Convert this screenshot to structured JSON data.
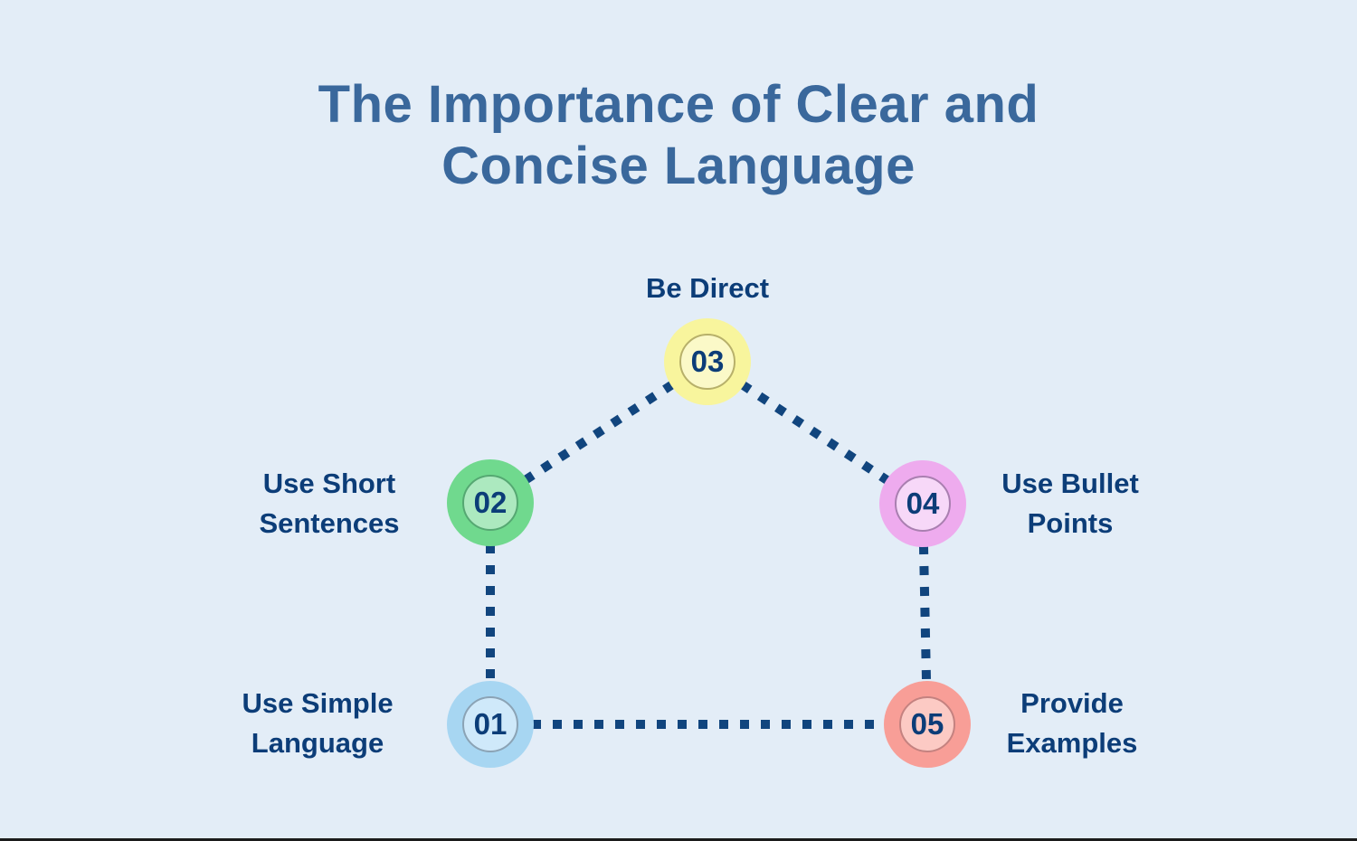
{
  "title": {
    "full": "The Importance of Clear and Concise Language",
    "lines": [
      "The Importance of Clear and",
      "Concise Language"
    ]
  },
  "colors": {
    "background": "#e3edf7",
    "title": "#3a689c",
    "label": "#0c3d78",
    "connector": "#11457e",
    "bottom_border": "#1b1b1b"
  },
  "steps": [
    {
      "number": "01",
      "label": "Use Simple Language",
      "label_lines": [
        "Use Simple",
        "Language"
      ],
      "colors": {
        "outer": "#a7d6f2",
        "inner": "#cfe9fa",
        "ring": "#8ba3b5"
      }
    },
    {
      "number": "02",
      "label": "Use Short Sentences",
      "label_lines": [
        "Use Short",
        "Sentences"
      ],
      "colors": {
        "outer": "#70d98e",
        "inner": "#ace9bf",
        "ring": "#55a872"
      }
    },
    {
      "number": "03",
      "label": "Be Direct",
      "label_lines": [
        "Be Direct"
      ],
      "colors": {
        "outer": "#f8f59d",
        "inner": "#fbf9c8",
        "ring": "#b7b06a"
      }
    },
    {
      "number": "04",
      "label": "Use Bullet Points",
      "label_lines": [
        "Use Bullet",
        "Points"
      ],
      "colors": {
        "outer": "#eeabee",
        "inner": "#f7d8f8",
        "ring": "#a97fb0"
      }
    },
    {
      "number": "05",
      "label": "Provide Examples",
      "label_lines": [
        "Provide",
        "Examples"
      ],
      "colors": {
        "outer": "#f89e97",
        "inner": "#fccac4",
        "ring": "#c48280"
      }
    }
  ],
  "connections": [
    {
      "from": "02",
      "to": "03",
      "style": "dotted"
    },
    {
      "from": "03",
      "to": "04",
      "style": "dotted"
    },
    {
      "from": "01",
      "to": "02",
      "style": "dotted"
    },
    {
      "from": "04",
      "to": "05",
      "style": "dotted"
    },
    {
      "from": "01",
      "to": "05",
      "style": "dotted"
    }
  ]
}
